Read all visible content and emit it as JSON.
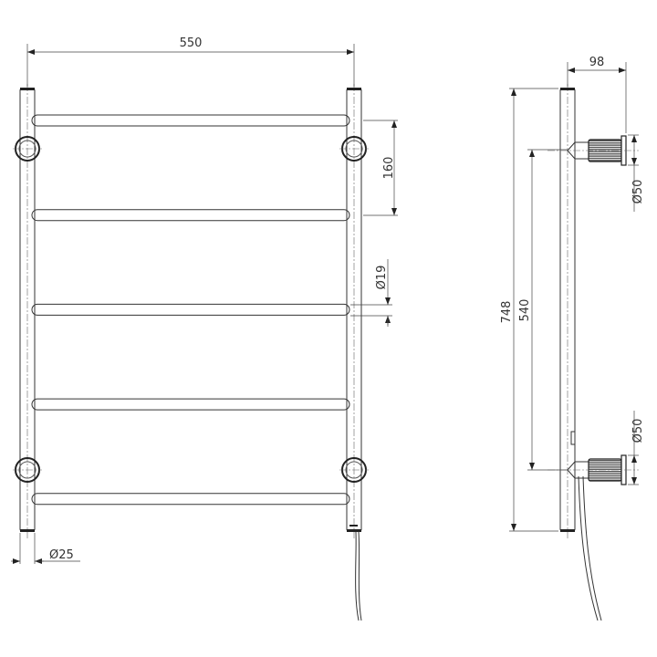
{
  "front_view": {
    "width_dim": "550",
    "bar_spacing_dim": "160",
    "bar_diameter_dim": "Ø19",
    "rail_diameter_dim": "Ø25",
    "bar_count": 5
  },
  "side_view": {
    "depth_dim": "98",
    "height_dim": "748",
    "mount_spacing_dim": "540",
    "top_mount_diameter_dim": "Ø50",
    "bottom_mount_diameter_dim": "Ø50"
  },
  "colors": {
    "line": "#333333",
    "knurl": "#555555"
  }
}
